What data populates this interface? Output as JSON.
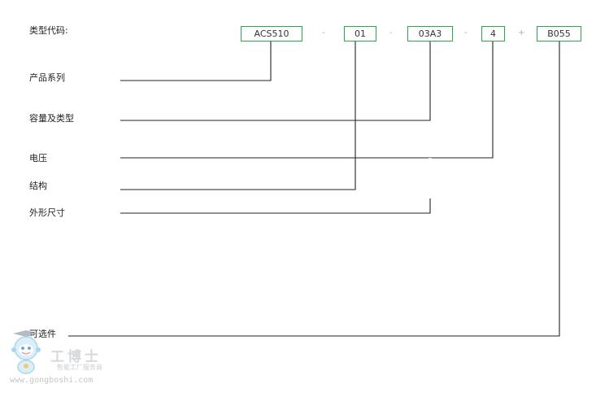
{
  "header": {
    "type_code_label": "类型代码:"
  },
  "codes": [
    "ACS510",
    "01",
    "03A3",
    "4",
    "B055"
  ],
  "separators": [
    "-",
    "-",
    "-",
    "+"
  ],
  "labels": {
    "series": "产品系列",
    "capacity": "容量及类型",
    "voltage": "电压",
    "structure": "结构",
    "size": "外形尺寸",
    "options": "可选件"
  },
  "watermark": {
    "brand": "工博士",
    "slogan": "智能工厂服务商",
    "url": "www.gongboshi.com"
  },
  "colors": {
    "accent": "#2aa84a",
    "line": "#222222",
    "separator": "#aaaaaa"
  }
}
